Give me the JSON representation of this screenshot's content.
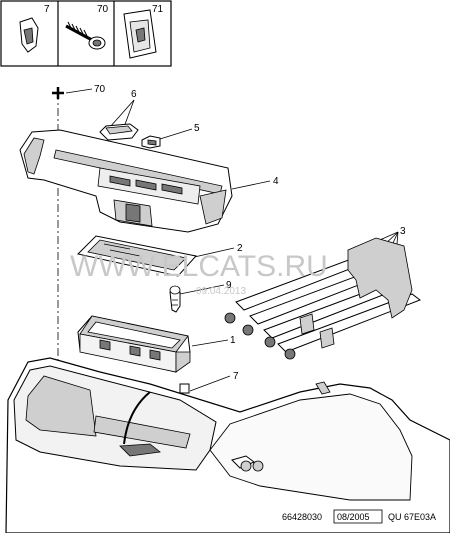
{
  "legend": {
    "cells": [
      {
        "number": "7"
      },
      {
        "number": "70"
      },
      {
        "number": "71"
      }
    ]
  },
  "callouts": {
    "c1": "1",
    "c2": "2",
    "c3": "3",
    "c4": "4",
    "c5": "5",
    "c6": "6",
    "c7": "7",
    "c9": "9",
    "c70": "70"
  },
  "watermark": {
    "text": "WWW.ELCATS.RU",
    "date": "09.04.2013"
  },
  "footer": {
    "ref": "66428030",
    "date": "08/2005",
    "code": "QU 67E03A"
  }
}
